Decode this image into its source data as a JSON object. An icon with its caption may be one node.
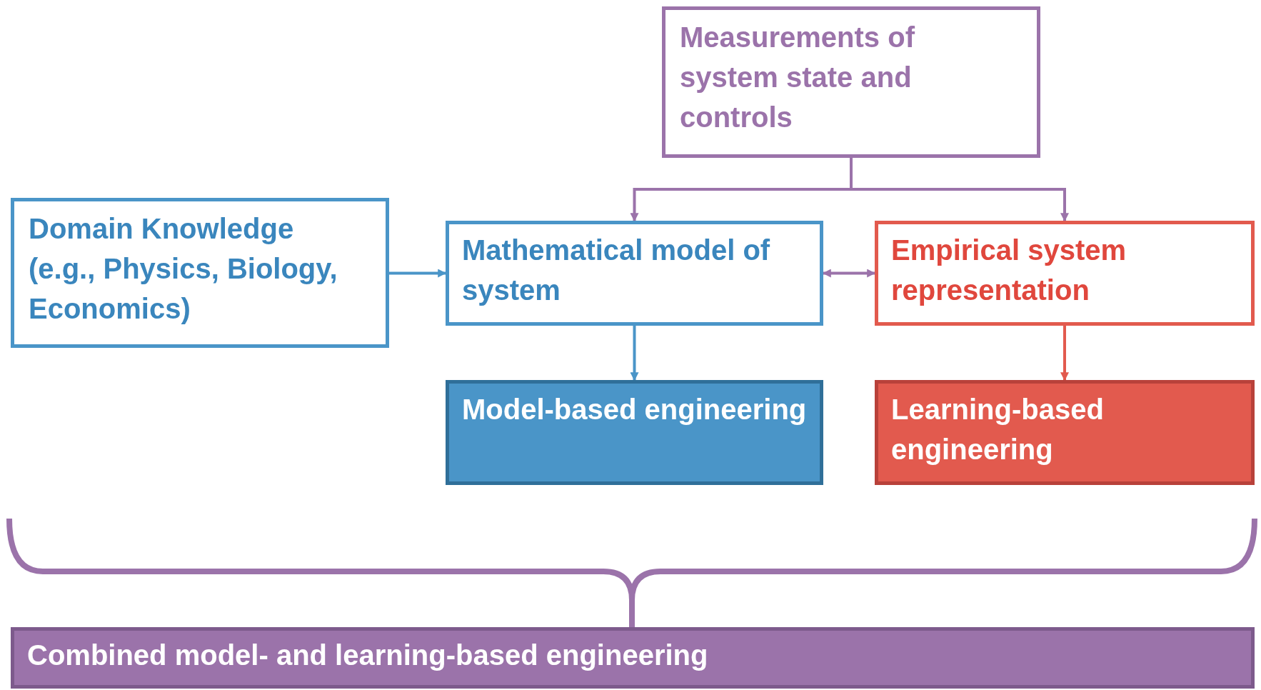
{
  "diagram": {
    "nodes": [
      {
        "text": [
          "Measurements of system state and controls"
        ]
      },
      {
        "text": [
          "Domain Knowledge (e.g., Physics, Biology, Economics)"
        ]
      },
      {
        "text": [
          "Mathematical model of system"
        ]
      },
      {
        "text": [
          "Empirical system representation"
        ]
      },
      {
        "text": [
          "Model-based engineering"
        ]
      },
      {
        "text": [
          "Learning-based engineering"
        ]
      },
      {
        "text": [
          "Combined model- and learning-based engineering"
        ]
      }
    ],
    "edges": [
      {
        "from": 0,
        "to": 2,
        "arrow": "to"
      },
      {
        "from": 0,
        "to": 3,
        "arrow": "to"
      },
      {
        "from": 1,
        "to": 2,
        "arrow": "to",
        "color": "#4a95c8"
      },
      {
        "from": 2,
        "to": 3,
        "arrow": "both"
      },
      {
        "from": 2,
        "to": 4,
        "arrow": "to",
        "color": "#4a95c8"
      },
      {
        "from": 3,
        "to": 5,
        "arrow": "to",
        "color": "#e25a4e"
      }
    ]
  }
}
